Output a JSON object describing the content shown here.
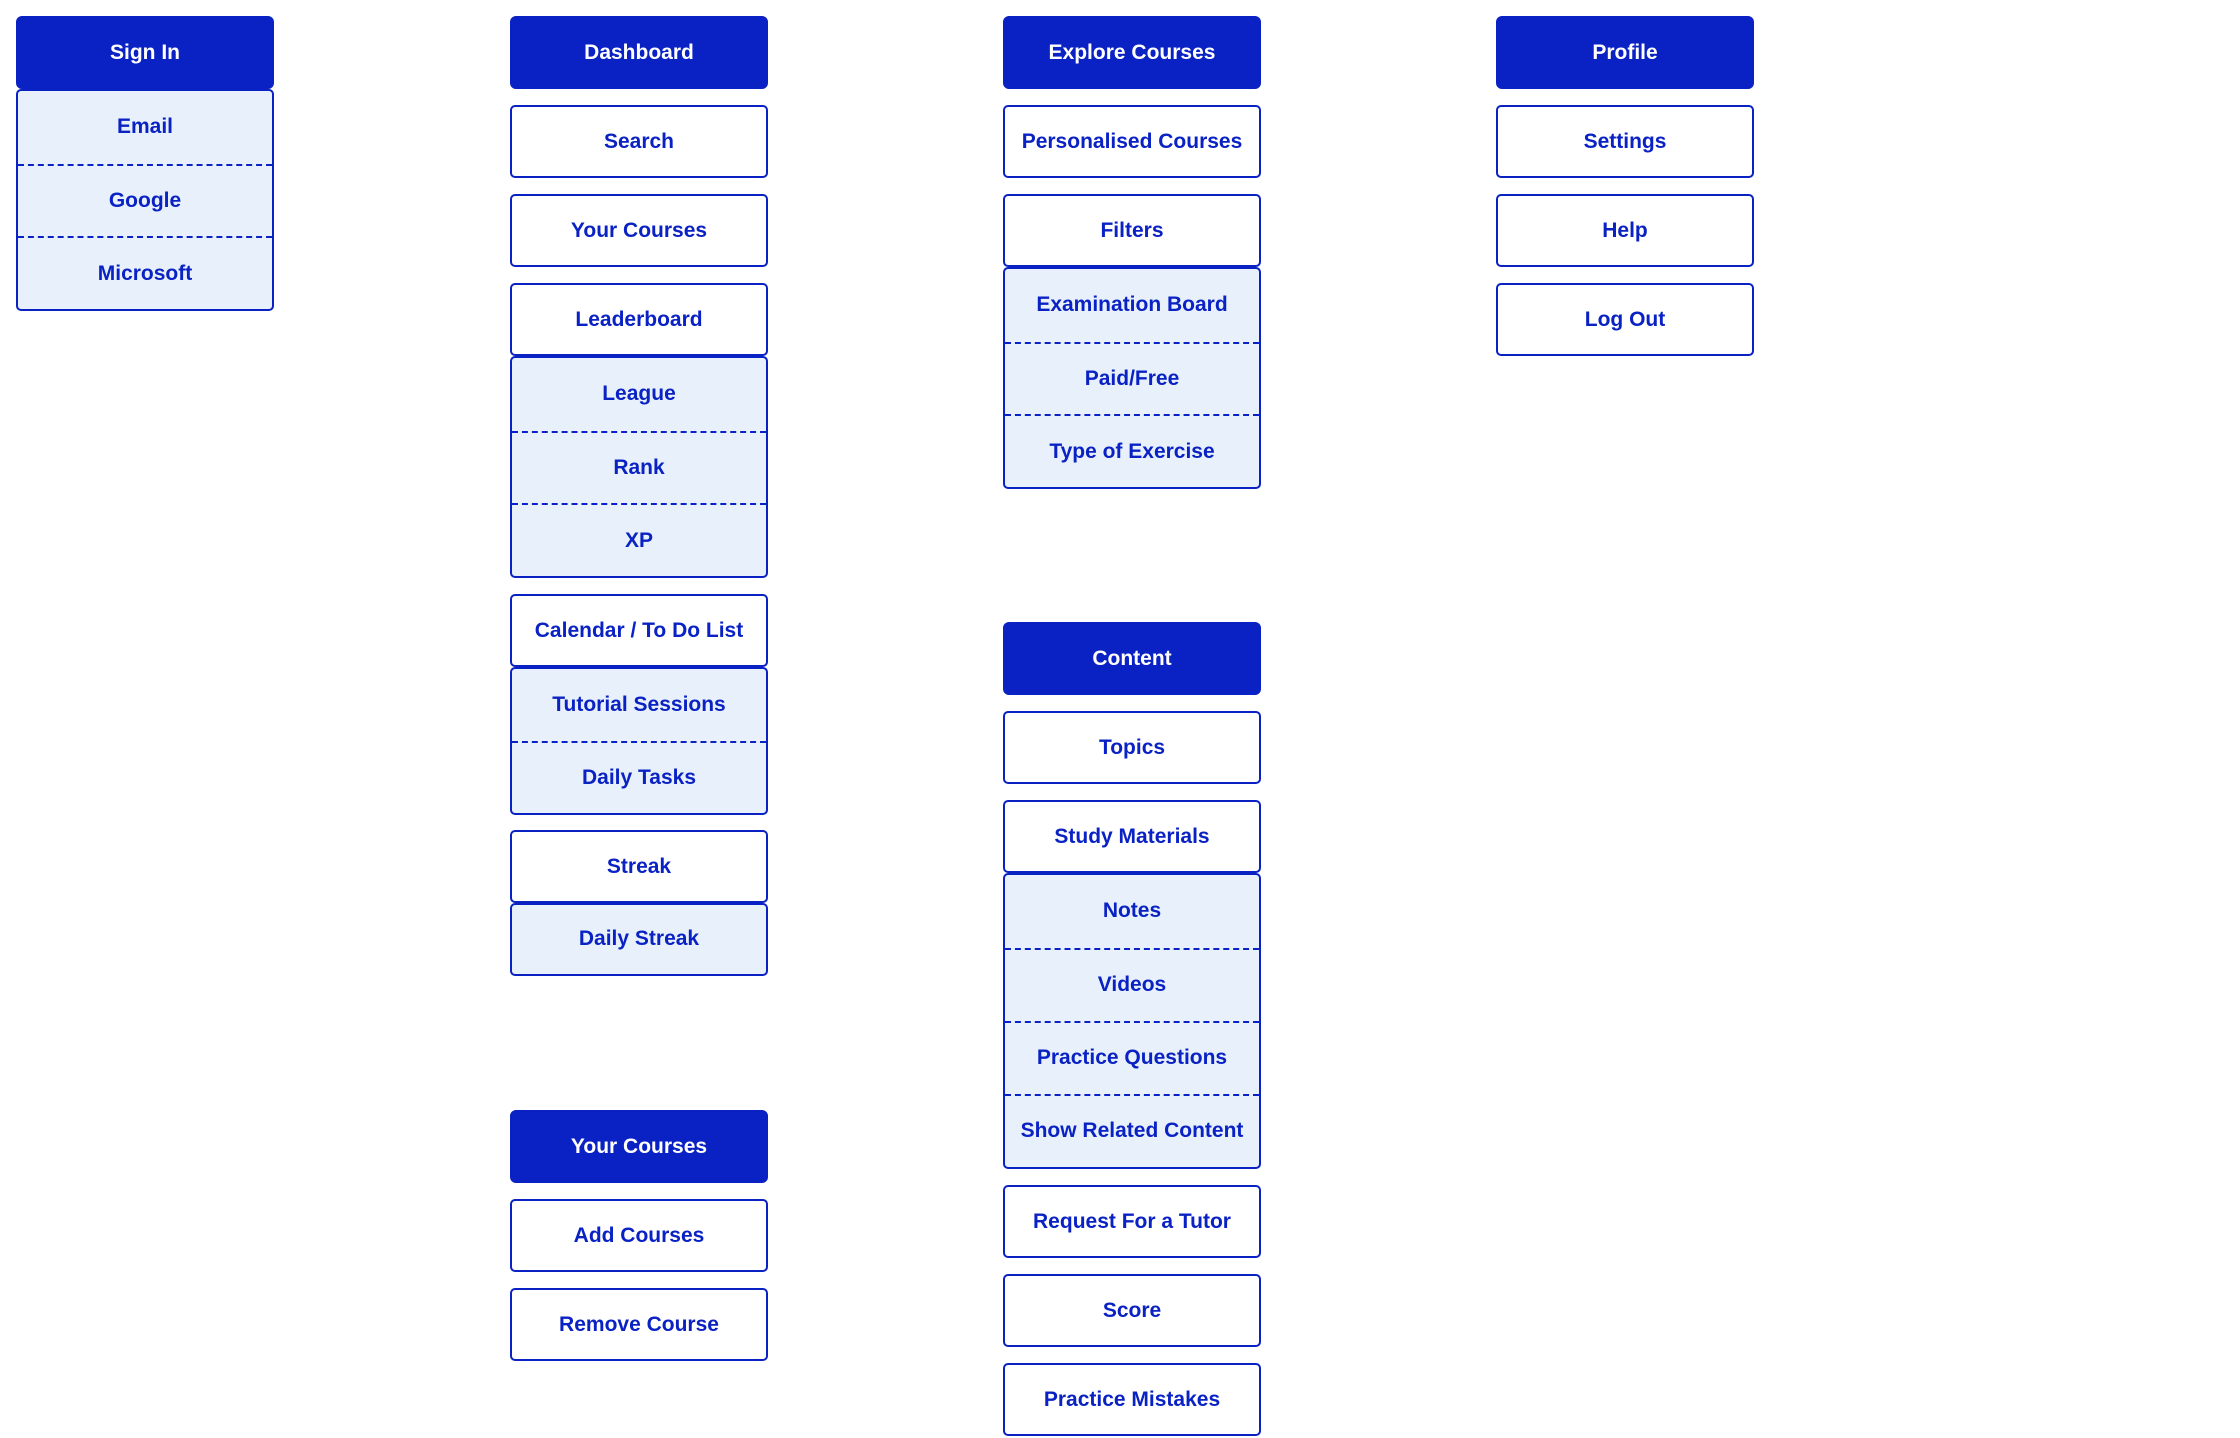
{
  "colors": {
    "primary": "#0a22c4",
    "submenu_bg": "#e8f1fb",
    "background": "#ffffff"
  },
  "sign_in": {
    "header": "Sign In",
    "options": [
      "Email",
      "Google",
      "Microsoft"
    ]
  },
  "dashboard": {
    "header": "Dashboard",
    "search": "Search",
    "your_courses": "Your Courses",
    "leaderboard": "Leaderboard",
    "leaderboard_items": [
      "League",
      "Rank",
      "XP"
    ],
    "calendar": "Calendar / To Do List",
    "calendar_items": [
      "Tutorial Sessions",
      "Daily Tasks"
    ],
    "streak": "Streak",
    "streak_items": [
      "Daily Streak"
    ]
  },
  "your_courses": {
    "header": "Your Courses",
    "add": "Add Courses",
    "remove": "Remove Course"
  },
  "explore": {
    "header": "Explore Courses",
    "personalised": "Personalised Courses",
    "filters": "Filters",
    "filter_items": [
      "Examination Board",
      "Paid/Free",
      "Type of Exercise"
    ]
  },
  "content": {
    "header": "Content",
    "topics": "Topics",
    "study_materials": "Study Materials",
    "study_items": [
      "Notes",
      "Videos",
      "Practice Questions",
      "Show Related Content"
    ],
    "request_tutor": "Request For a Tutor",
    "score": "Score",
    "practice_mistakes": "Practice Mistakes"
  },
  "profile": {
    "header": "Profile",
    "settings": "Settings",
    "help": "Help",
    "logout": "Log Out"
  }
}
